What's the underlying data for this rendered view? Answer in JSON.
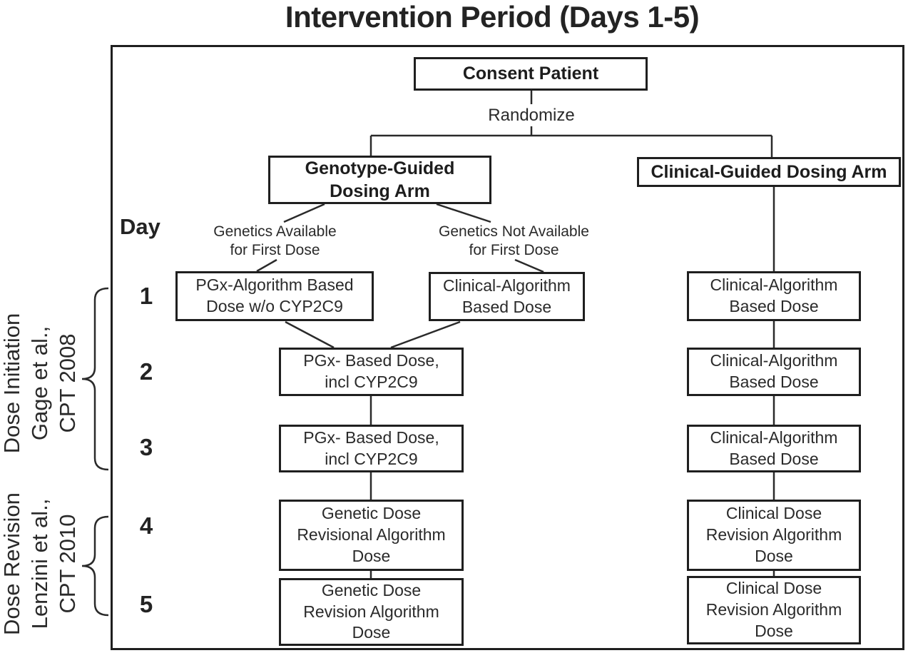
{
  "title": "Intervention Period (Days 1-5)",
  "colors": {
    "ink": "#1a1a1a",
    "background": "#ffffff"
  },
  "day_column": {
    "header": "Day",
    "days": [
      "1",
      "2",
      "3",
      "4",
      "5"
    ]
  },
  "flow": {
    "consent": "Consent Patient",
    "randomize": "Randomize",
    "genotype_arm": "Genotype-Guided\nDosing Arm",
    "clinical_arm": "Clinical-Guided Dosing Arm",
    "genetics_available": "Genetics Available\nfor First Dose",
    "genetics_not_available": "Genetics Not Available\nfor First Dose",
    "genotype_day1_pgx": "PGx-Algorithm Based\nDose w/o CYP2C9",
    "genotype_day1_clinical": "Clinical-Algorithm\nBased Dose",
    "genotype_day2": "PGx- Based Dose,\nincl CYP2C9",
    "genotype_day3": "PGx- Based Dose,\nincl CYP2C9",
    "genotype_day4": "Genetic Dose\nRevisional Algorithm\nDose",
    "genotype_day5": "Genetic Dose\nRevision Algorithm\nDose",
    "clinical_day1": "Clinical-Algorithm\nBased Dose",
    "clinical_day2": "Clinical-Algorithm\nBased Dose",
    "clinical_day3": "Clinical-Algorithm\nBased Dose",
    "clinical_day4": "Clinical Dose\nRevision Algorithm\nDose",
    "clinical_day5": "Clinical Dose\nRevision Algorithm\nDose"
  },
  "annotations": {
    "dose_initiation": "Dose Initiation\nGage et al.,\nCPT 2008",
    "dose_revision": "Dose Revision\nLenzini et al.,\nCPT 2010"
  }
}
